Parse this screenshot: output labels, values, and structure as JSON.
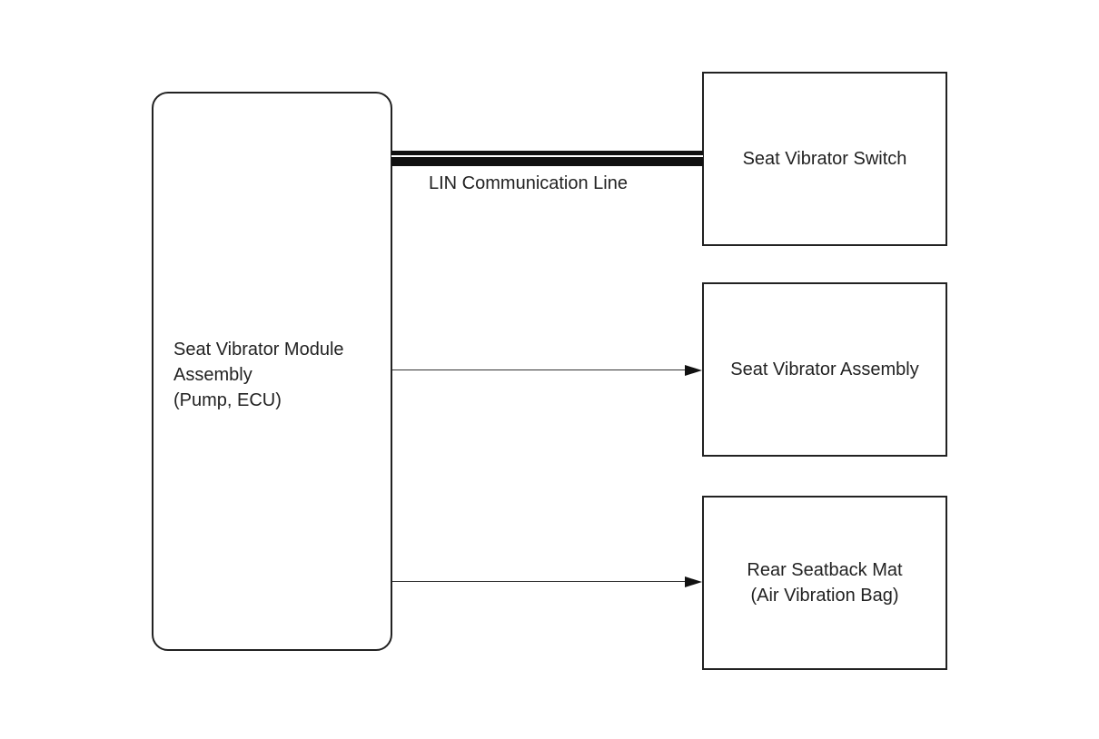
{
  "diagram": {
    "nodes": {
      "module": {
        "lines": [
          "Seat Vibrator Module",
          "Assembly",
          "(Pump, ECU)"
        ]
      },
      "switch": {
        "lines": [
          "Seat Vibrator Switch"
        ]
      },
      "assembly": {
        "lines": [
          "Seat Vibrator Assembly"
        ]
      },
      "mat": {
        "lines": [
          "Rear Seatback Mat",
          "(Air Vibration Bag)"
        ]
      }
    },
    "edges": {
      "lin": {
        "label": "LIN Communication Line",
        "from": "module",
        "to": "switch"
      },
      "module_to_assembly": {
        "from": "module",
        "to": "assembly"
      },
      "module_to_mat": {
        "from": "module",
        "to": "mat"
      }
    }
  }
}
